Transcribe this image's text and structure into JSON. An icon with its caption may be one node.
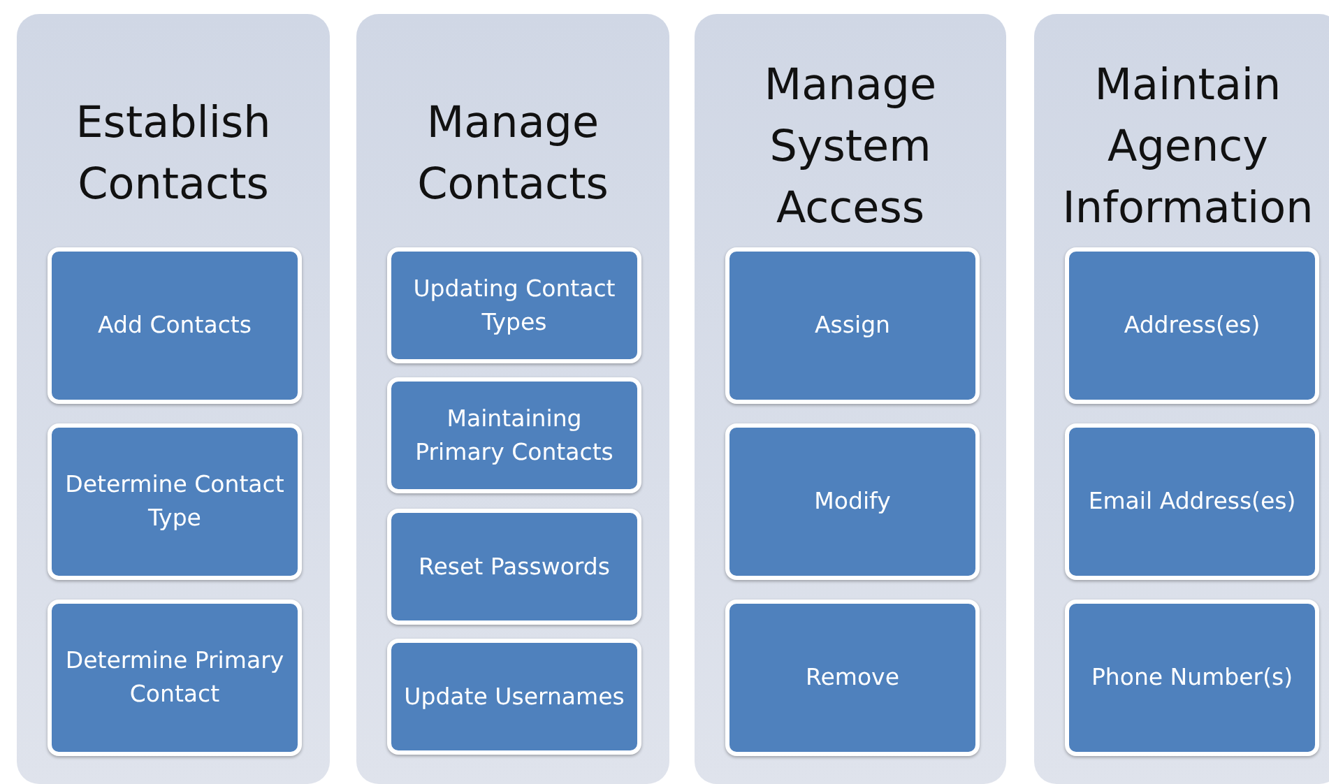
{
  "diagram": {
    "nodes": [
      {
        "text": [
          "Establish Contacts"
        ]
      },
      {
        "text": [
          "Add Contacts"
        ],
        "in": 0
      },
      {
        "text": [
          "Determine Contact Type"
        ],
        "in": 0
      },
      {
        "text": [
          "Determine Primary Contact"
        ],
        "in": 0
      },
      {
        "text": [
          "Manage Contacts"
        ]
      },
      {
        "text": [
          "Updating Contact Types"
        ],
        "in": 4
      },
      {
        "text": [
          "Maintaining Primary Contacts"
        ],
        "in": 4
      },
      {
        "text": [
          "Reset Passwords"
        ],
        "in": 4
      },
      {
        "text": [
          "Update Usernames"
        ],
        "in": 4
      },
      {
        "text": [
          "Manage System Access"
        ]
      },
      {
        "text": [
          "Assign"
        ],
        "in": 9
      },
      {
        "text": [
          "Modify"
        ],
        "in": 9
      },
      {
        "text": [
          "Remove"
        ],
        "in": 9
      },
      {
        "text": [
          "Maintain Agency Information"
        ]
      },
      {
        "text": [
          "Address(es)"
        ],
        "in": 13
      },
      {
        "text": [
          "Email Address(es)"
        ],
        "in": 13
      },
      {
        "text": [
          "Phone Number(s)"
        ],
        "in": 13
      }
    ]
  }
}
